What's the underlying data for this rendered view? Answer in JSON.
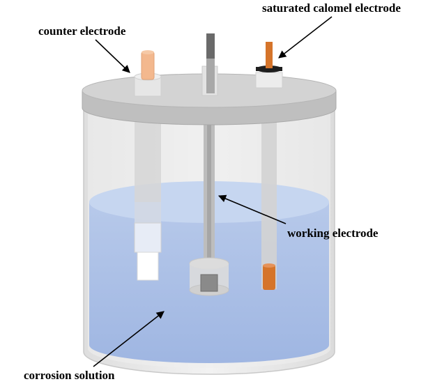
{
  "labels": {
    "counter_electrode": "counter electrode",
    "saturated_calomel_electrode": "saturated calomel electrode",
    "working_electrode": "working electrode",
    "corrosion_solution": "corrosion solution"
  },
  "colors": {
    "lid": "#c4c4c4",
    "lid_top": "#d3d3d3",
    "glass": "#e6e6e6",
    "solution": "#a9c0e6",
    "solution_surface": "#c6d6f0",
    "counter_electrode": "#f3b88e",
    "calomel_tip": "#d5742a",
    "working_rod": "#6a6a6a",
    "sample": "#8a8a8a"
  }
}
